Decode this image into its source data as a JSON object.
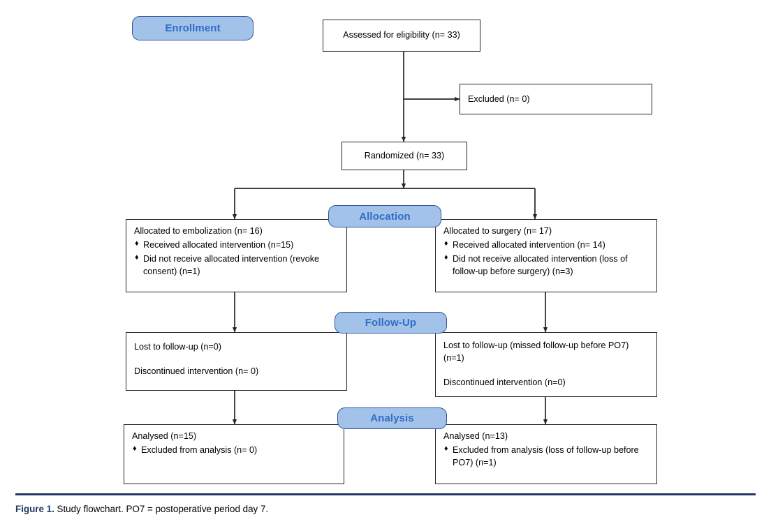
{
  "figure": {
    "caption_label": "Figure 1.",
    "caption_text": " Study flowchart. PO7 = postoperative period day 7."
  },
  "colors": {
    "stage_fill": "#a3c2ea",
    "stage_border": "#2f5597",
    "stage_text": "#2f6ec4",
    "box_border": "#262626",
    "connector": "#262626",
    "caption_rule": "#1f3864",
    "caption_label_color": "#1f3864"
  },
  "stages": {
    "enrollment": "Enrollment",
    "allocation": "Allocation",
    "followup": "Follow-Up",
    "analysis": "Analysis"
  },
  "nodes": {
    "assessed": {
      "title": "Assessed for eligibility (n= 33)"
    },
    "excluded": {
      "title": "Excluded (n= 0)"
    },
    "randomized": {
      "title": "Randomized (n= 33)"
    },
    "alloc_left": {
      "title": "Allocated to embolization (n= 16)",
      "bullets": [
        "Received allocated intervention (n=15)",
        "Did not receive allocated intervention (revoke consent) (n=1)"
      ]
    },
    "alloc_right": {
      "title": "Allocated to surgery (n= 17)",
      "bullets": [
        "Received allocated intervention (n= 14)",
        "Did not receive allocated intervention (loss of follow-up before surgery) (n=3)"
      ]
    },
    "followup_left": {
      "line1": "Lost to follow-up (n=0)",
      "line2": "Discontinued intervention (n= 0)"
    },
    "followup_right": {
      "line1": "Lost to follow-up (missed follow-up before PO7) (n=1)",
      "line2": "Discontinued intervention (n=0)"
    },
    "analysis_left": {
      "title": "Analysed (n=15)",
      "bullets": [
        "Excluded from analysis (n= 0)"
      ]
    },
    "analysis_right": {
      "title": "Analysed (n=13)",
      "bullets": [
        "Excluded from analysis (loss of follow-up before PO7) (n=1)"
      ]
    }
  },
  "bullet_glyph": "♦"
}
